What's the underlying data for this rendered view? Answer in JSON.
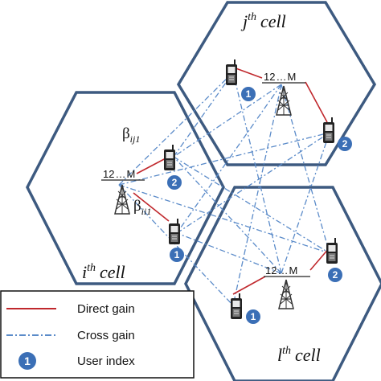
{
  "cells": {
    "j": {
      "base": "j",
      "sup": "th",
      "word": "cell"
    },
    "i": {
      "base": "i",
      "sup": "th",
      "word": "cell"
    },
    "l": {
      "base": "l",
      "sup": "th",
      "word": "cell"
    }
  },
  "antenna_label": {
    "n1": "1",
    "n2": "2",
    "dots": "…",
    "m": "M"
  },
  "betas": {
    "ij1": {
      "sym": "β",
      "sub": "ij1"
    },
    "ii1": {
      "sym": "β",
      "sub": "ii1"
    }
  },
  "user_badges": [
    "1",
    "2"
  ],
  "legend": {
    "direct": "Direct gain",
    "cross": "Cross gain",
    "index": "User index",
    "index_badge": "1"
  },
  "colors": {
    "hex_border": "#3d5a80",
    "direct": "#c0282d",
    "cross": "#5b8bc9",
    "badge": "#3b6fb6"
  }
}
